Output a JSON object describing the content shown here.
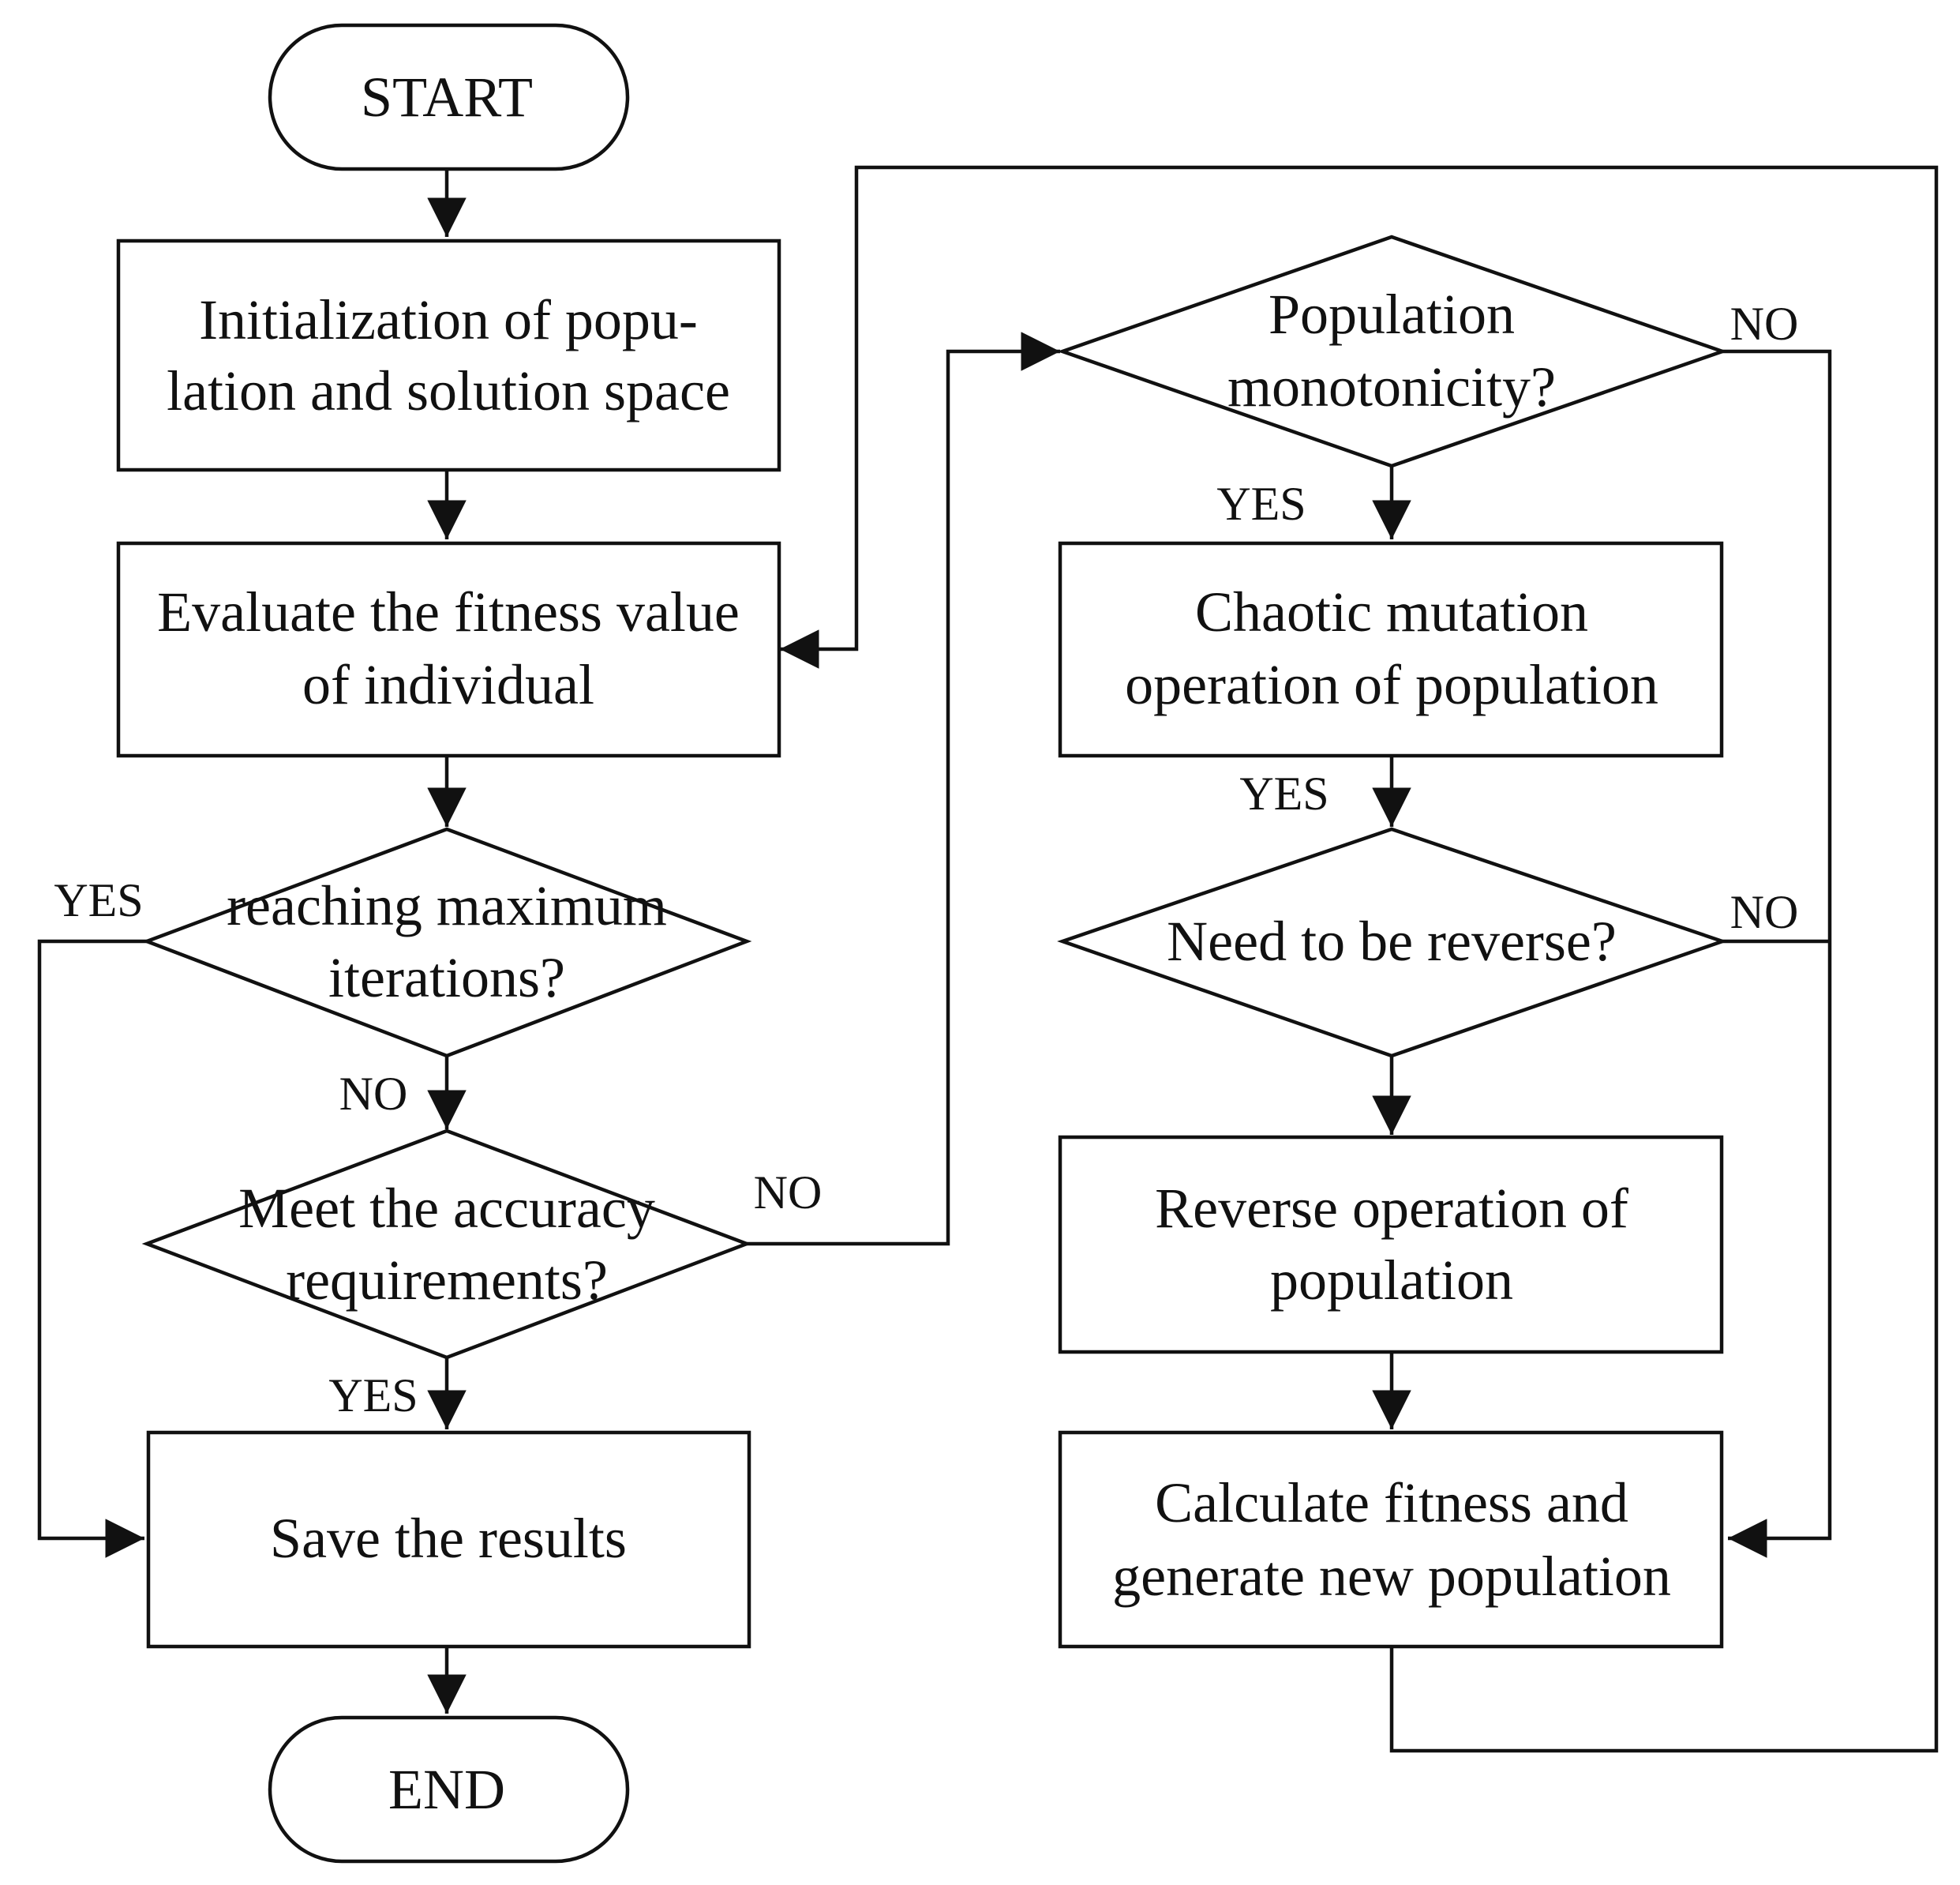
{
  "nodes": {
    "start": {
      "label": "START"
    },
    "init": {
      "line1": "Initialization of popu-",
      "line2": "lation and solution space"
    },
    "evaluate": {
      "line1": "Evaluate the fitness value",
      "line2": "of individual"
    },
    "max_iter": {
      "line1": "reaching maximum",
      "line2": "iterations?"
    },
    "accuracy": {
      "line1": "Meet the accuracy",
      "line2": "requirements?"
    },
    "save": {
      "label": "Save the results"
    },
    "end": {
      "label": "END"
    },
    "monotonicity": {
      "line1": "Population",
      "line2": "monotonicity?"
    },
    "chaotic": {
      "line1": "Chaotic mutation",
      "line2": "operation of population"
    },
    "need_reverse": {
      "label": "Need to be reverse?"
    },
    "reverse_op": {
      "line1": "Reverse operation of",
      "line2": "population"
    },
    "calc": {
      "line1": "Calculate  fitness and",
      "line2": "generate new population"
    }
  },
  "edge_labels": {
    "max_iter_yes": "YES",
    "max_iter_no": "NO",
    "accuracy_no": "NO",
    "accuracy_yes": "YES",
    "monotonicity_no": "NO",
    "monotonicity_yes": "YES",
    "chaotic_yes": "YES",
    "reverse_no": "NO"
  },
  "colors": {
    "stroke": "#111111",
    "background": "#ffffff"
  }
}
